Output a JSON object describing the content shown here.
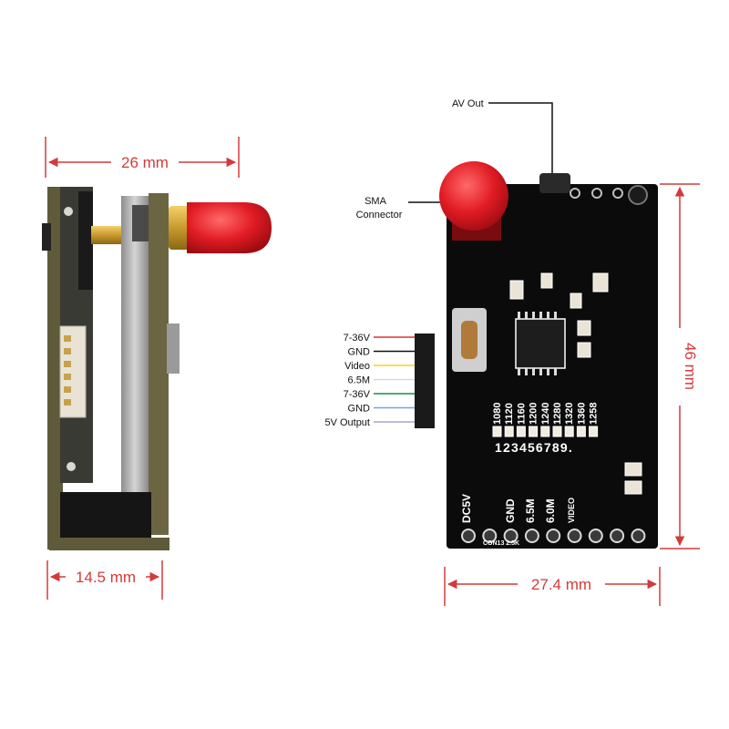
{
  "dimensions": {
    "side_width": "26 mm",
    "side_depth": "14.5 mm",
    "front_height": "46 mm",
    "front_width": "27.4 mm"
  },
  "callouts": {
    "av_out": "AV Out",
    "sma_line1": "SMA",
    "sma_line2": "Connector"
  },
  "wires": [
    {
      "label": "7-36V",
      "color": "#e0312f"
    },
    {
      "label": "GND",
      "color": "#111111"
    },
    {
      "label": "Video",
      "color": "#f3d21b"
    },
    {
      "label": "6.5M",
      "color": "#d9d9d9"
    },
    {
      "label": "7-36V",
      "color": "#1f8a4a"
    },
    {
      "label": "GND",
      "color": "#6aa8e0"
    },
    {
      "label": "5V Output",
      "color": "#b39ddb"
    }
  ],
  "board": {
    "channels": [
      "1080",
      "1120",
      "1160",
      "1200",
      "1240",
      "1280",
      "1320",
      "1360",
      "1258"
    ],
    "channel_numbers": "123456789.",
    "pins": [
      "DC5V",
      "GND",
      "6.5M",
      "6.0M",
      "VIDEO"
    ],
    "bottom_silk": "CON13      2.5K"
  },
  "colors": {
    "dimension": "#d43a3a",
    "pcb": "#0b0b0b",
    "antenna_cap": "#e11c24"
  }
}
